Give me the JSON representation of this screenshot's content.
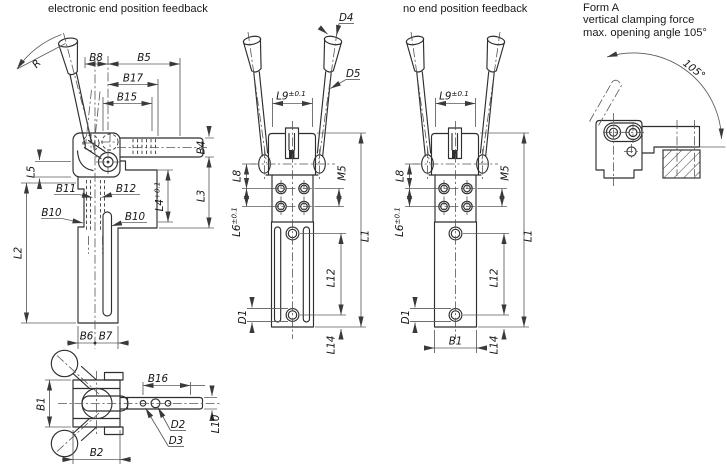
{
  "drawing": {
    "background": "#ffffff",
    "line_color": "#2e2e2e",
    "dim_line_color": "#5c5c5c"
  },
  "titles": {
    "left": "electronic end position feedback",
    "middle": "no end position feedback",
    "form_a": [
      "Form A",
      "vertical clamping force",
      "max. opening angle 105°"
    ]
  },
  "dims": {
    "R": "R",
    "B8": "B8",
    "B5": "B5",
    "B17": "B17",
    "B15": "B15",
    "B4": "B4",
    "L5": "L5",
    "B11": "B11",
    "B12": "B12",
    "B10": "B10",
    "L4": "L4",
    "L4_tol": "+0.1",
    "L3": "L3",
    "L2": "L2",
    "B6": "B6",
    "B7": "B7",
    "B1": "B1",
    "B2": "B2",
    "B16": "B16",
    "D2": "D2",
    "D3": "D3",
    "L10": "L10",
    "D4": "D4",
    "D5": "D5",
    "L9": "L9",
    "L9_tol": "±0.1",
    "L8": "L8",
    "M5": "M5",
    "L6": "L6",
    "L6_tol": "±0.1",
    "L1": "L1",
    "L12": "L12",
    "D1": "D1",
    "L14": "L14",
    "angle": "105°"
  }
}
